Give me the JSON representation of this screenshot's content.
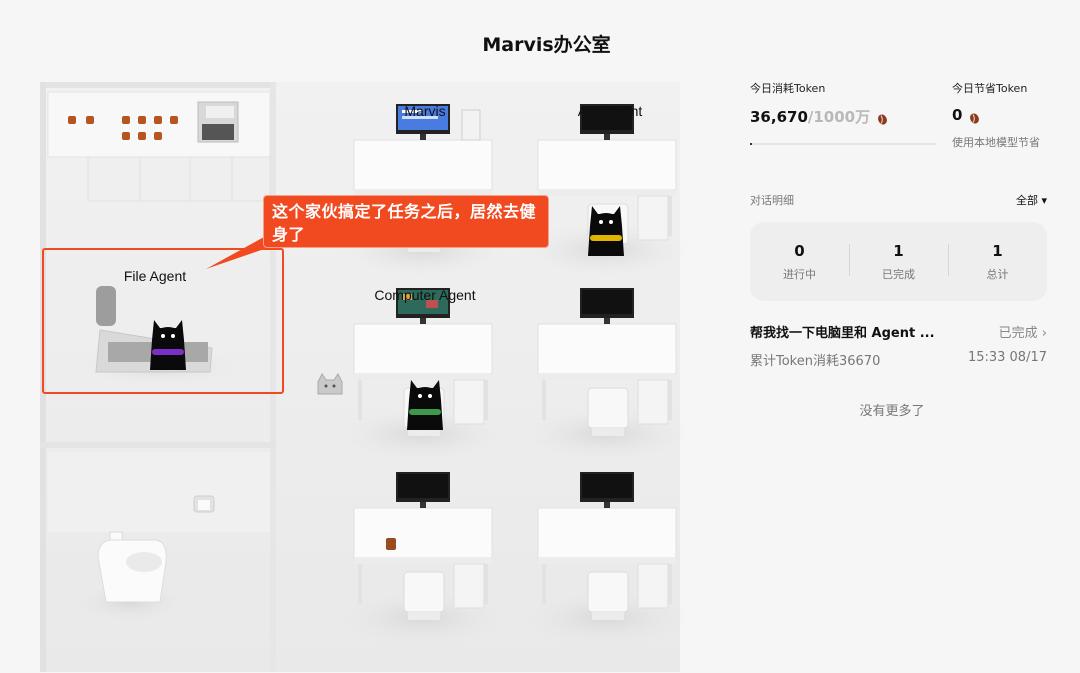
{
  "page": {
    "title": "Marvis办公室"
  },
  "scene": {
    "agents": [
      {
        "name": "Marvis",
        "scarf_color": "#d42a1e"
      },
      {
        "name": "App Agent",
        "scarf_color": "#e0b400"
      },
      {
        "name": "File Agent",
        "scarf_color": "#7b2fc8"
      },
      {
        "name": "Computer Agent",
        "scarf_color": "#3c9a4a"
      }
    ],
    "callout_text": "这个家伙搞定了任务之后，居然去健身了",
    "callout_color": "#f14a21"
  },
  "stats": {
    "today_used_label": "今日消耗Token",
    "today_used_value": "36,670",
    "today_used_limit": "/1000万",
    "today_used_fraction": 0.0037,
    "today_saved_label": "今日节省Token",
    "today_saved_value": "0",
    "today_saved_note": "使用本地模型节省"
  },
  "dialogs": {
    "title": "对话明细",
    "filter": "全部 ▾",
    "counters": [
      {
        "value": "0",
        "label": "进行中"
      },
      {
        "value": "1",
        "label": "已完成"
      },
      {
        "value": "1",
        "label": "总计"
      }
    ],
    "tasks": [
      {
        "title": "帮我找一下电脑里和 Agent ...",
        "status": "已完成 ›",
        "tokens": "累计Token消耗36670",
        "time": "15:33 08/17"
      }
    ],
    "no_more": "没有更多了"
  }
}
